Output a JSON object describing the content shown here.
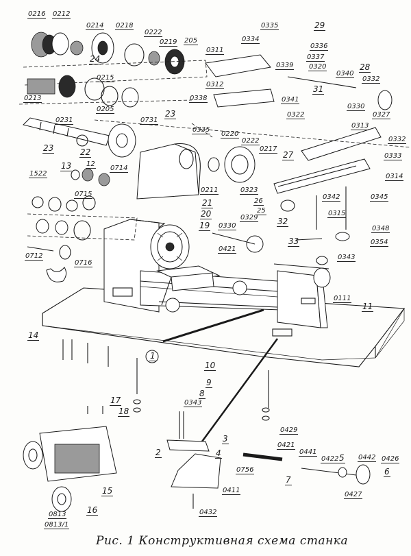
{
  "caption": "Рис. 1  Конструктивная схема станка",
  "labels": {
    "p0216": "0216",
    "p0212": "0212",
    "p0214": "0214",
    "p0218a": "0218",
    "p0222a": "0222",
    "p0219": "0219",
    "p205": "205",
    "p0311": "0311",
    "p0334": "0334",
    "p0335a": "0335",
    "p29": "29",
    "p0336": "0336",
    "p0337": "0337",
    "p0339": "0339",
    "p0320": "0320",
    "p0340": "0340",
    "p28": "28",
    "p0332a": "0332",
    "p31": "31",
    "p24": "24",
    "p0213": "0213",
    "p0215": "0215",
    "p0205": "0205",
    "p0312": "0312",
    "p0338": "0338",
    "p0341": "0341",
    "p0322": "0322",
    "p0330a": "0330",
    "p0327": "0327",
    "p0335b": "0335",
    "p23a": "23",
    "p0231": "0231",
    "p0731": "0731",
    "p0313": "0313",
    "p0332b": "0332",
    "p0333": "0333",
    "p23b": "23",
    "p22": "22",
    "p12": "12",
    "p0220": "0220",
    "p0222b": "0222",
    "p0217": "0217",
    "p27": "27",
    "p13": "13",
    "p0714": "0714",
    "p0314": "0314",
    "p0715": "0715",
    "p1522": "1522",
    "p0211": "0211",
    "p0323": "0323",
    "p0342": "0342",
    "p0345": "0345",
    "p21": "21",
    "p20": "20",
    "p26": "26",
    "p25": "25",
    "p0329": "0329",
    "p0315": "0315",
    "p19": "19",
    "p0330b": "0330",
    "p32": "32",
    "p0348": "0348",
    "p33": "33",
    "p0354": "0354",
    "p0421": "0421",
    "p0712": "0712",
    "p0716": "0716",
    "p0343a": "0343",
    "p0111": "0111",
    "p11": "11",
    "p14": "14",
    "p1": "1",
    "p10": "10",
    "p9": "9",
    "p8": "8",
    "p17": "17",
    "p18": "18",
    "p0343b": "0343",
    "p0429": "0429",
    "p3": "3",
    "p2": "2",
    "p4": "4",
    "p0421b": "0421",
    "p0441": "0441",
    "p0422": "0422",
    "p5": "5",
    "p0442": "0442",
    "p0426": "0426",
    "p0756": "0756",
    "p7": "7",
    "p6": "6",
    "p0427": "0427",
    "p0411": "0411",
    "p15": "15",
    "p0432": "0432",
    "p16": "16",
    "p0813": "0813",
    "p08131": "0813/1"
  }
}
